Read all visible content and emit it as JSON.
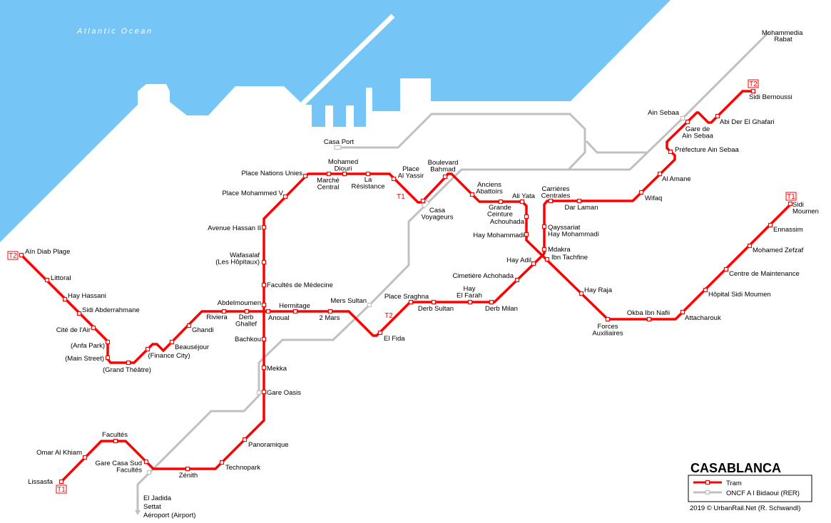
{
  "map_title": "CASABLANCA",
  "ocean_label": "Atlantic Ocean",
  "colors": {
    "tram": "#ff0000",
    "rer": "#c0c0c0",
    "ocean": "#75c5f6"
  },
  "legend": {
    "tram": "Tram",
    "rer": "ONCF A l Bidaoui (RER)"
  },
  "credit": "2019 © UrbanRail.Net (R. Schwandl)",
  "lines": {
    "t1": {
      "badge": "T1",
      "stations": [
        [
          "Lissasfa"
        ],
        [
          "Omar Al Khiam"
        ],
        [
          "Facultés"
        ],
        [
          "Gare Casa Sud",
          "Facultés"
        ],
        [
          "Zénith"
        ],
        [
          "Technopark"
        ],
        [
          "Panoramique"
        ],
        [
          "Gare Oasis"
        ],
        [
          "Mekka"
        ],
        [
          "Bachkou"
        ],
        [
          "Abdelmoumen"
        ],
        [
          "Facultés de Médecine"
        ],
        [
          "Wafasalaf",
          "(Les Hôpitaux)"
        ],
        [
          "Avenue Hassan II"
        ],
        [
          "Place Mohammed V"
        ],
        [
          "Place Nations Unies"
        ],
        [
          "Marché",
          "Central"
        ],
        [
          "Mohamed",
          "Diouri"
        ],
        [
          "La",
          "Résistance"
        ],
        [
          "Place",
          "Al Yassir"
        ],
        [
          "Casa",
          "Voyageurs"
        ],
        [
          "Boulevard",
          "Bahmad"
        ],
        [
          "Anciens",
          "Abattoirs"
        ],
        [
          "Grande",
          "Ceinture"
        ],
        [
          "Ali Yata"
        ],
        [
          "Achouhada"
        ],
        [
          "Hay Mohammadi"
        ],
        [
          "Ibn Tachfine"
        ],
        [
          "Hay Raja"
        ],
        [
          "Forces",
          "Auxiliaires"
        ],
        [
          "Okba Ibn Nafii"
        ],
        [
          "Attacharouk"
        ],
        [
          "Hôpital Sidi Moumen"
        ],
        [
          "Centre de Maintenance"
        ],
        [
          "Mohamed Zefzaf"
        ],
        [
          "Ennassim"
        ],
        [
          "Sidi",
          "Moumen"
        ]
      ]
    },
    "t2": {
      "badge": "T2",
      "stations": [
        [
          "Aïn Diab Plage"
        ],
        [
          "Littoral"
        ],
        [
          "Hay Hassani"
        ],
        [
          "Sidi Abderrahmane"
        ],
        [
          "Cité de l'Air"
        ],
        [
          "(Anfa Park)"
        ],
        [
          "(Main Street)"
        ],
        [
          "(Grand Théâtre)"
        ],
        [
          "(Finance City)"
        ],
        [
          "Beauséjour"
        ],
        [
          "Ghandi"
        ],
        [
          "Riviera"
        ],
        [
          "Derb",
          "Ghallef"
        ],
        [
          "Anoual"
        ],
        [
          "Hermitage"
        ],
        [
          "2 Mars"
        ],
        [
          "El Fida"
        ],
        [
          "Place Sraghna"
        ],
        [
          "Derb Sultan"
        ],
        [
          "Hay",
          "El Farah"
        ],
        [
          "Derb Milan"
        ],
        [
          "Cimetière Achohada"
        ],
        [
          "Hay Adil"
        ],
        [
          "Mdakra"
        ],
        [
          "Qayssariat",
          "Hay Mohammadi"
        ],
        [
          "Carrières",
          "Centrales"
        ],
        [
          "Dar Laman"
        ],
        [
          "Wifaq"
        ],
        [
          "Al Amane"
        ],
        [
          "Préfecture Ain Sebaa"
        ],
        [
          "Gare de",
          "Ain Sebaa"
        ],
        [
          "Abi Der El Ghafari"
        ],
        [
          "Sidi Bernoussi"
        ]
      ]
    },
    "rer": {
      "stations": [
        [
          "Mohammedia",
          "Rabat"
        ],
        [
          "Ain Sebaa"
        ],
        [
          "Casa Port"
        ],
        [
          "Mers Sultan"
        ],
        [
          "El Jadida",
          "Settat",
          "Aéroport (Airport)"
        ]
      ]
    }
  }
}
